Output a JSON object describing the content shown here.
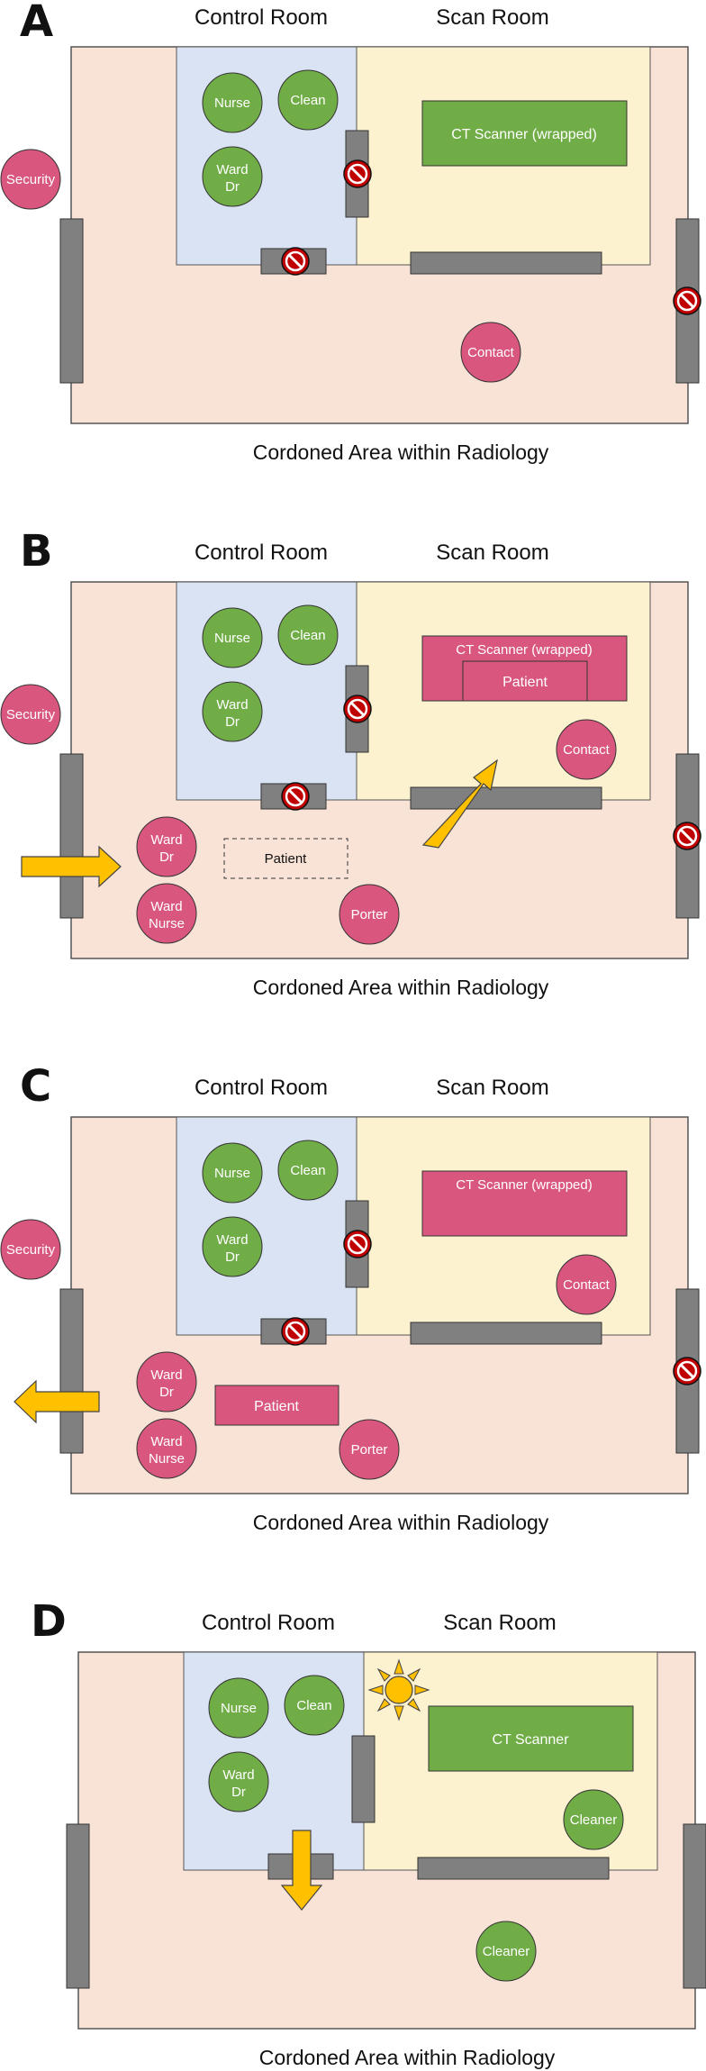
{
  "panels": [
    {
      "letter": "A",
      "control_room": "Control Room",
      "scan_room": "Scan Room",
      "caption": "Cordoned Area within Radiology",
      "scanner_label": "CT Scanner  (wrapped)",
      "people": {
        "nurse": "Nurse",
        "clean": "Clean",
        "ward_dr_1": "Ward",
        "ward_dr_2": "Dr",
        "security": "Security",
        "contact": "Contact"
      }
    },
    {
      "letter": "B",
      "control_room": "Control Room",
      "scan_room": "Scan Room",
      "caption": "Cordoned Area within Radiology",
      "scanner_label": "CT Scanner  (wrapped)",
      "scanner_patient": "Patient",
      "patient_placeholder": "Patient",
      "people": {
        "nurse": "Nurse",
        "clean": "Clean",
        "ward_dr_1": "Ward",
        "ward_dr_2": "Dr",
        "security": "Security",
        "contact": "Contact",
        "wdr_1": "Ward",
        "wdr_2": "Dr",
        "wnurse_1": "Ward",
        "wnurse_2": "Nurse",
        "porter": "Porter"
      }
    },
    {
      "letter": "C",
      "control_room": "Control Room",
      "scan_room": "Scan Room",
      "caption": "Cordoned Area within Radiology",
      "scanner_label": "CT Scanner  (wrapped)",
      "patient": "Patient",
      "people": {
        "nurse": "Nurse",
        "clean": "Clean",
        "ward_dr_1": "Ward",
        "ward_dr_2": "Dr",
        "security": "Security",
        "contact": "Contact",
        "wdr_1": "Ward",
        "wdr_2": "Dr",
        "wnurse_1": "Ward",
        "wnurse_2": "Nurse",
        "porter": "Porter"
      }
    },
    {
      "letter": "D",
      "control_room": "Control Room",
      "scan_room": "Scan Room",
      "caption": "Cordoned Area within Radiology",
      "scanner_label": "CT Scanner",
      "people": {
        "nurse": "Nurse",
        "clean": "Clean",
        "ward_dr_1": "Ward",
        "ward_dr_2": "Dr",
        "cleaner_1": "Cleaner",
        "cleaner_2": "Cleaner"
      }
    }
  ],
  "colors": {
    "cordon": "#f9e3d7",
    "control": "#dae3f3",
    "scan": "#fdf2cf",
    "green": "#70ad47",
    "pink": "#d9577f",
    "door": "#808080",
    "arrow": "#ffc000",
    "stop": "#c00000"
  }
}
